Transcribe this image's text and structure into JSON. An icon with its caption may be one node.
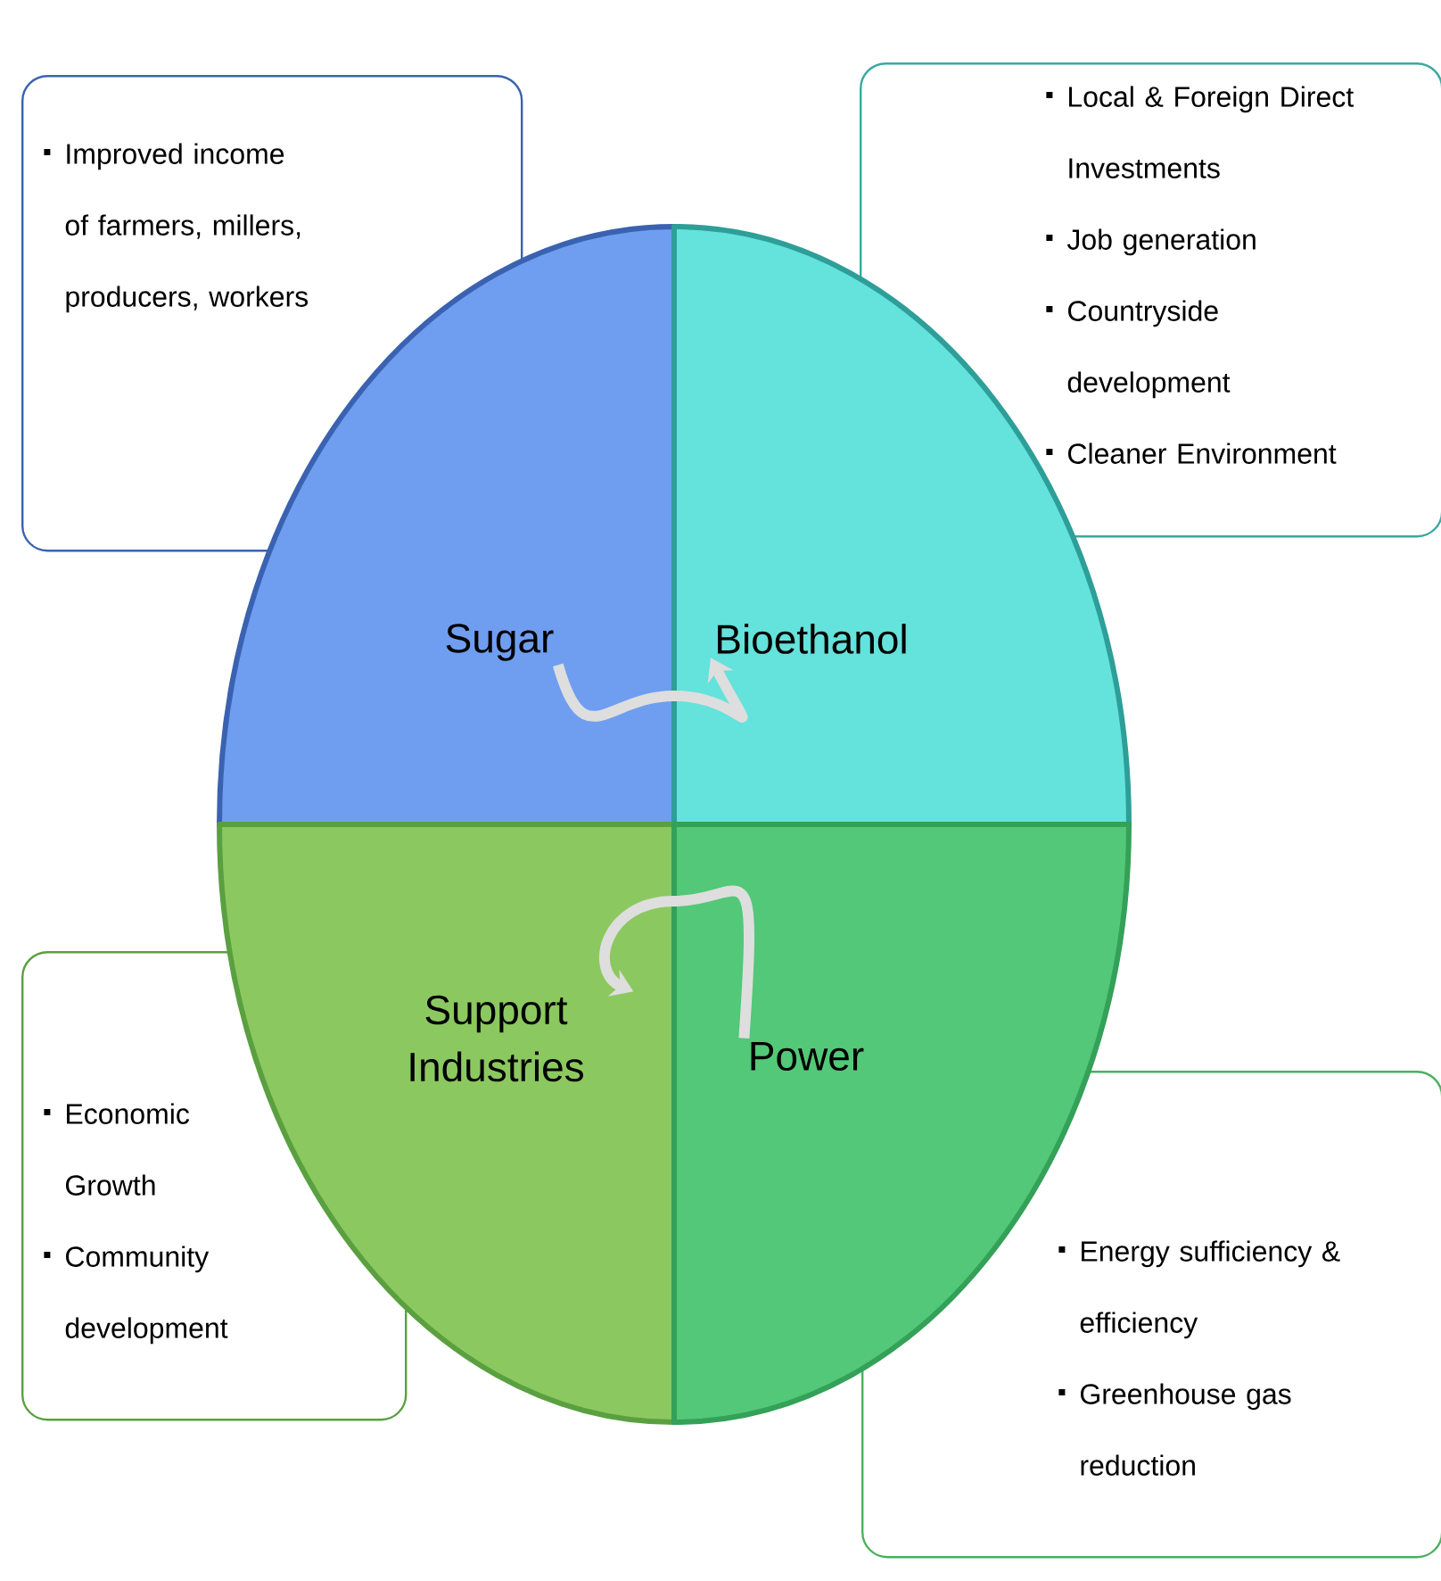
{
  "diagram": {
    "nodes": [
      {
        "text": [
          "Improved income of farmers, millers, producers, workers"
        ]
      },
      {
        "text": [
          "Local & Foreign Direct Investments",
          "Job generation",
          "Countryside development",
          "Cleaner Environment"
        ]
      },
      {
        "text": [
          "Sugar"
        ]
      },
      {
        "text": [
          "Bioethanol"
        ]
      },
      {
        "text": [
          "Support Industries"
        ]
      },
      {
        "text": [
          "Power"
        ]
      },
      {
        "text": [
          "Economic Growth",
          "Community development"
        ]
      },
      {
        "text": [
          "Energy sufficiency & efficiency",
          "Greenhouse gas reduction"
        ]
      }
    ],
    "edges": [
      {
        "from": 2,
        "to": 3,
        "arrow": "to"
      },
      {
        "from": 5,
        "to": 4,
        "arrow": "to"
      }
    ]
  }
}
